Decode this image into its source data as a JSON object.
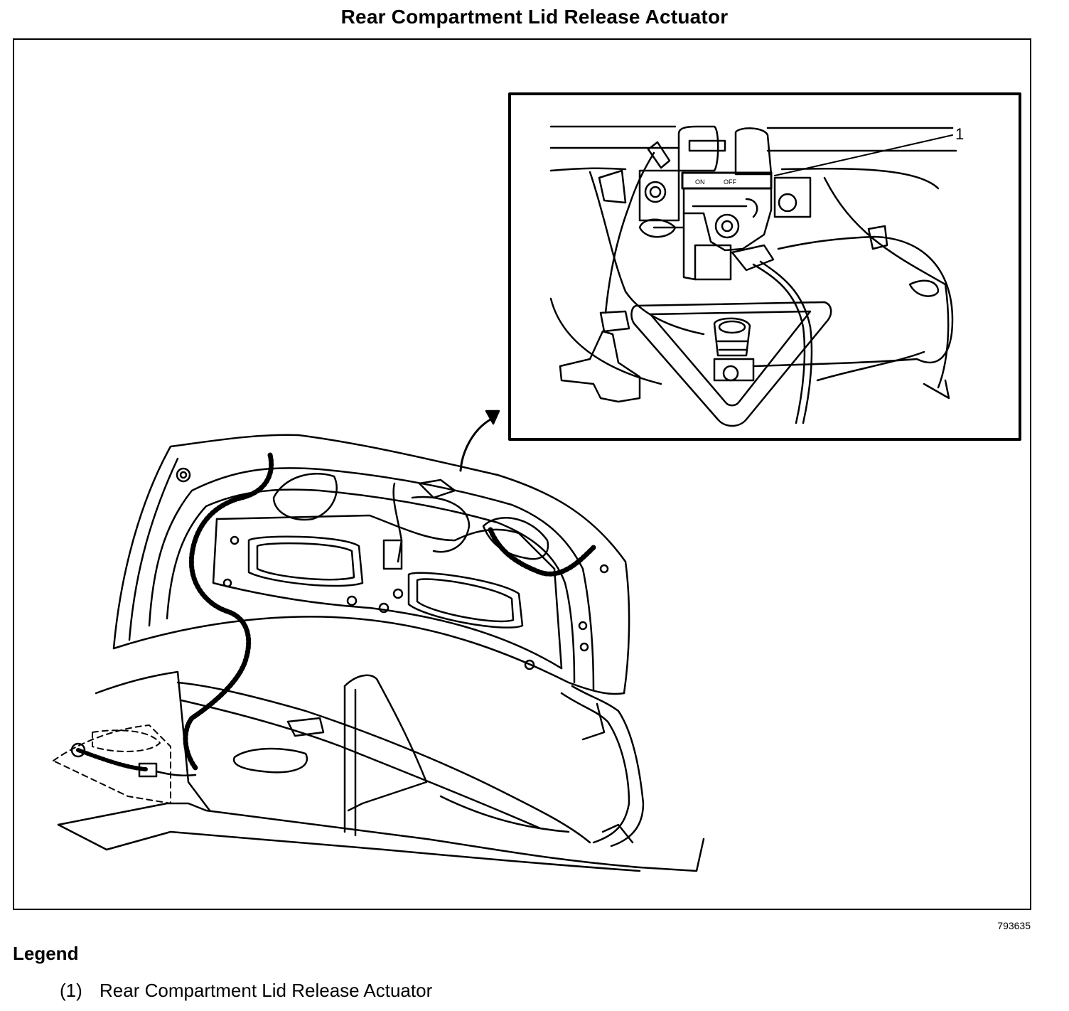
{
  "title": "Rear Compartment Lid Release Actuator",
  "figure_id": "793635",
  "callouts": [
    {
      "num": "1"
    }
  ],
  "inset_labels": {
    "left": "ON",
    "right": "OFF"
  },
  "legend": {
    "heading": "Legend",
    "items": [
      {
        "num": "(1)",
        "label": "Rear Compartment Lid Release Actuator"
      }
    ]
  }
}
